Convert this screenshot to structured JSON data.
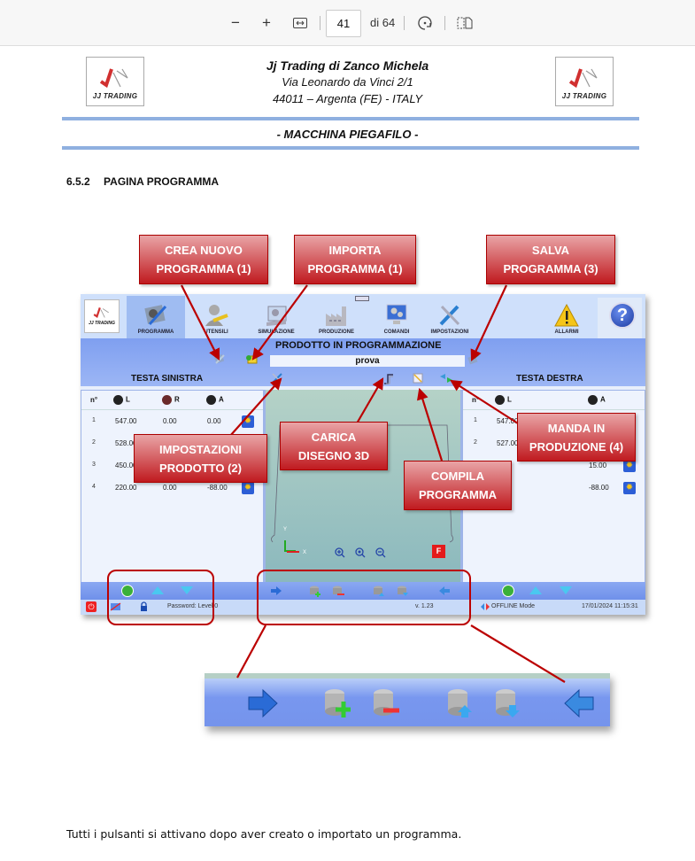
{
  "pdf_toolbar": {
    "zoom_out": "−",
    "zoom_in": "+",
    "fit_icon": "fit-width-icon",
    "current_page": "41",
    "page_count": "di 64",
    "rotate_icon": "rotate-icon",
    "two_page_icon": "page-view-icon"
  },
  "header": {
    "company": "Jj Trading di Zanco Michela",
    "address": "Via Leonardo da Vinci 2/1",
    "city": "44011 – Argenta (FE) - ITALY",
    "logo_text": "JJ TRADING",
    "subtitle": "- MACCHINA PIEGAFILO -"
  },
  "section": {
    "number": "6.5.2",
    "title": "PAGINA PROGRAMMA"
  },
  "callouts": {
    "crea": [
      "CREA NUOVO",
      "PROGRAMMA (1)"
    ],
    "importa": [
      "IMPORTA",
      "PROGRAMMA (1)"
    ],
    "salva": [
      "SALVA",
      "PROGRAMMA (3)"
    ],
    "impostazioni": [
      "IMPOSTAZIONI",
      "PRODOTTO (2)"
    ],
    "carica": [
      "CARICA",
      "DISEGNO 3D"
    ],
    "compila": [
      "COMPILA",
      "PROGRAMMA"
    ],
    "manda": [
      "MANDA IN",
      "PRODUZIONE (4)"
    ]
  },
  "app": {
    "logo_text": "JJ TRADING",
    "nav_tabs": [
      {
        "label": "PROGRAMMA",
        "icon": "programma-icon",
        "active": true
      },
      {
        "label": "UTENSILI",
        "icon": "utensili-icon"
      },
      {
        "label": "SIMULAZIONE",
        "icon": "simulazione-icon"
      },
      {
        "label": "PRODUZIONE",
        "icon": "produzione-icon"
      },
      {
        "label": "COMANDI",
        "icon": "comandi-icon"
      },
      {
        "label": "IMPOSTAZIONI",
        "icon": "impostazioni-icon"
      },
      {
        "label": "ALLARMI",
        "icon": "allarmi-icon"
      }
    ],
    "help_label": "?",
    "product_title": "PRODOTTO IN PROGRAMMAZIONE",
    "product_name": "prova",
    "left_panel": {
      "title": "TESTA SINISTRA",
      "columns": [
        "n°",
        "L",
        "R",
        "A"
      ],
      "rows": [
        [
          "1",
          "547.00",
          "0.00",
          "0.00"
        ],
        [
          "2",
          "528.00",
          "",
          ""
        ],
        [
          "3",
          "450.00",
          "",
          ""
        ],
        [
          "4",
          "220.00",
          "0.00",
          "-88.00"
        ]
      ]
    },
    "right_panel": {
      "title": "TESTA DESTRA",
      "columns": [
        "n°",
        "L",
        "A"
      ],
      "rows": [
        [
          "1",
          "547.00",
          ""
        ],
        [
          "2",
          "527.00",
          ""
        ],
        [
          "3",
          "",
          "15.00"
        ],
        [
          "4",
          "",
          "-88.00"
        ]
      ]
    },
    "canvas": {
      "axis_x": "X",
      "axis_y": "Y",
      "f_label": "F"
    },
    "status": {
      "password": "Password: Level 0",
      "version": "v. 1.23",
      "mode": "OFFLINE Mode",
      "datetime": "17/01/2024 11:15:31"
    }
  },
  "footer_text": "Tutti i pulsanti si attivano dopo aver creato o importato un programma.",
  "colors": {
    "callout_red": "#c01a1f",
    "app_blue": "#7f9ff0",
    "header_line": "#8fb0e0"
  }
}
